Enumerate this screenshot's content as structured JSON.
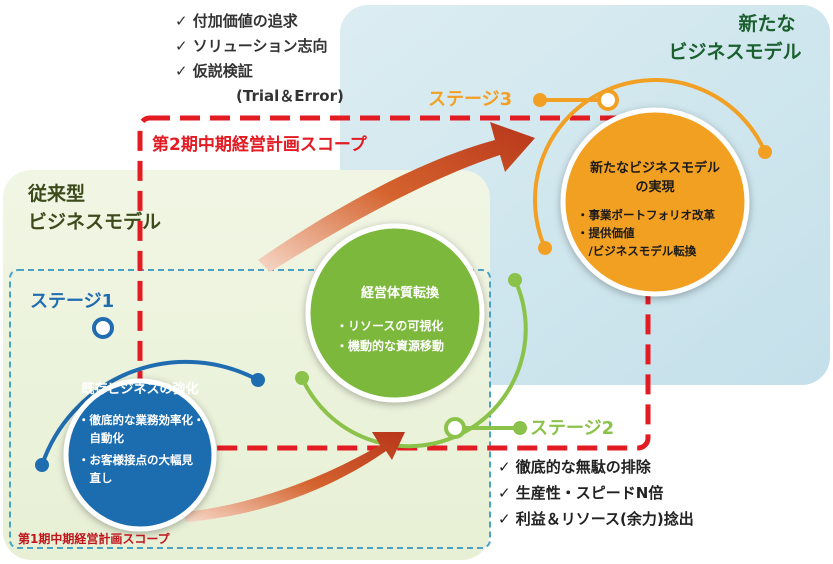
{
  "top_checklist": {
    "items": [
      "✓ 付加価値の追求",
      "✓ ソリューション志向",
      "✓ 仮説検証"
    ],
    "sub_note": "(Trial＆Error)"
  },
  "new_model": {
    "line1": "新たな",
    "line2": "ビジネスモデル"
  },
  "legacy_model": {
    "line1": "従来型",
    "line2": "ビジネスモデル"
  },
  "scope_phase2": "第2期中期経営計画スコープ",
  "scope_phase1": "第1期中期経営計画スコープ",
  "stages": {
    "stage1": {
      "label": "ステージ1",
      "title": "既存ビジネスの強化",
      "bullets": [
        "・徹底的な業務効率化・",
        "　自動化",
        "・お客様接点の大幅見",
        "　直し"
      ]
    },
    "stage2": {
      "label": "ステージ2",
      "title": "経営体質転換",
      "bullets": [
        "・リソースの可視化",
        "・機動的な資源移動"
      ]
    },
    "stage3": {
      "label": "ステージ3",
      "title_line1": "新たなビジネスモデル",
      "title_line2": "の実現",
      "bullets": [
        "・事業ポートフォリオ改革",
        "・提供価値",
        "　/ビジネスモデル転換"
      ]
    }
  },
  "bottom_checklist": [
    "✓ 徹底的な無駄の排除",
    "✓ 生産性・スピードN倍",
    "✓ 利益＆リソース(余力)捻出"
  ],
  "colors": {
    "blue": "#1f6db0",
    "green": "#7cb83a",
    "orange": "#f2a024",
    "red": "#e31b23",
    "arrow": "#c2461c"
  }
}
